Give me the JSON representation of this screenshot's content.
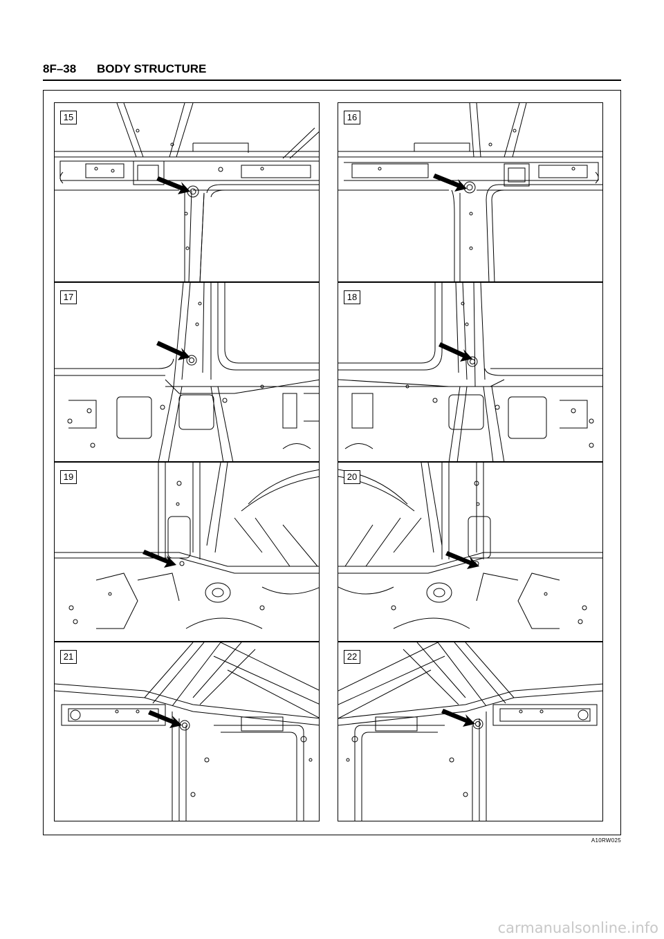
{
  "header": {
    "page_number": "8F–38",
    "section_title": "BODY STRUCTURE"
  },
  "panels": [
    {
      "number": "15"
    },
    {
      "number": "16"
    },
    {
      "number": "17"
    },
    {
      "number": "18"
    },
    {
      "number": "19"
    },
    {
      "number": "20"
    },
    {
      "number": "21"
    },
    {
      "number": "22"
    }
  ],
  "figure_code": "A10RW025",
  "footer": {
    "watermark": "carmanualsonline.info"
  },
  "icons": {
    "pointer": "arrow-pointer-icon"
  }
}
